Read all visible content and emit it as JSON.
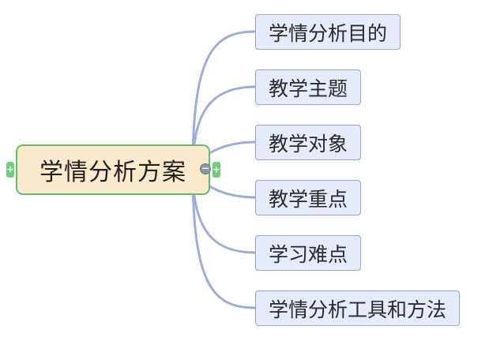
{
  "root": {
    "label": "学情分析方案"
  },
  "children": [
    {
      "label": "学情分析目的"
    },
    {
      "label": "教学主题"
    },
    {
      "label": "教学对象"
    },
    {
      "label": "教学重点"
    },
    {
      "label": "学习难点"
    },
    {
      "label": "学情分析工具和方法"
    }
  ],
  "colors": {
    "root_fill": "#faeacb",
    "root_border": "#5fbf6a",
    "child_fill": "#e6ebfa",
    "child_border": "#95a7d4",
    "connector": "#9aaed9"
  },
  "icons": {
    "collapse": "minus-circle-icon",
    "expand_left": "plus-tab-icon",
    "expand_right": "plus-tab-icon"
  }
}
